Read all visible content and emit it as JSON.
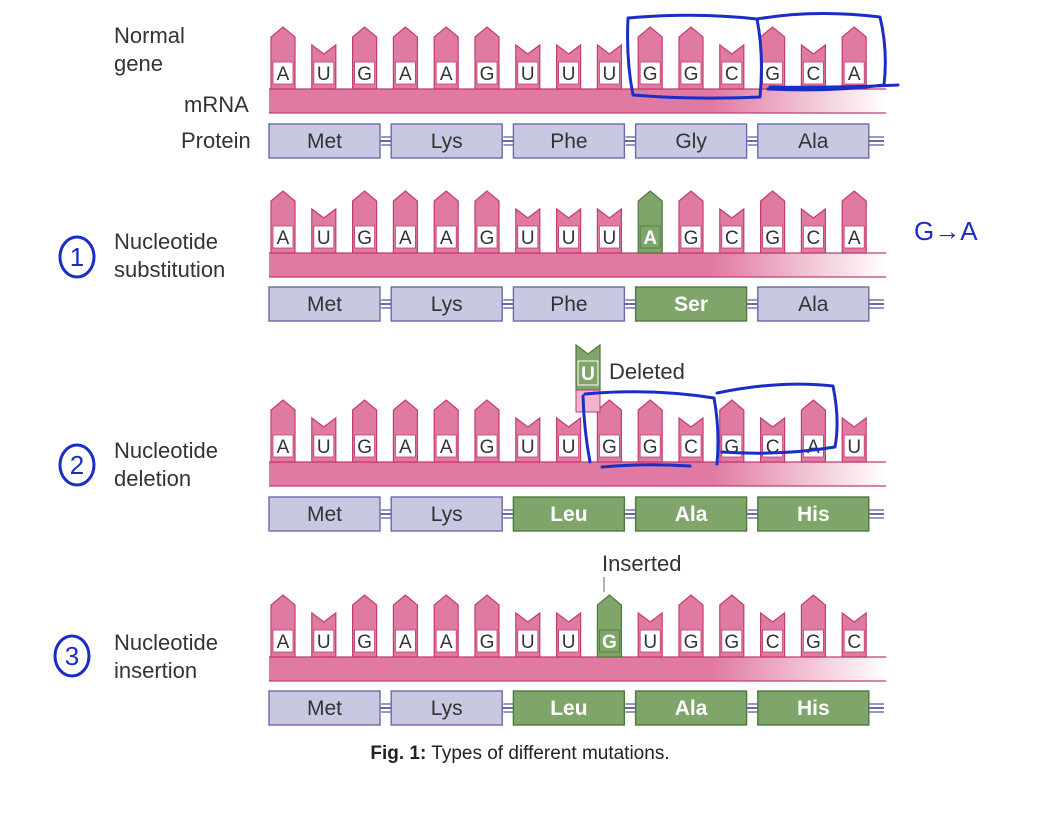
{
  "labels": {
    "normal_gene": [
      "Normal",
      "gene"
    ],
    "mrna": "mRNA",
    "protein": "Protein",
    "substitution": [
      "Nucleotide",
      "substitution"
    ],
    "deletion": [
      "Nucleotide",
      "deletion"
    ],
    "insertion": [
      "Nucleotide",
      "insertion"
    ],
    "deleted": "Deleted",
    "inserted": "Inserted"
  },
  "rows": [
    {
      "id": "normal",
      "bases": [
        "A",
        "U",
        "G",
        "A",
        "A",
        "G",
        "U",
        "U",
        "U",
        "G",
        "G",
        "C",
        "G",
        "C",
        "A"
      ],
      "highlight": [],
      "codons": [
        {
          "aa": "Met",
          "mutant": false
        },
        {
          "aa": "Lys",
          "mutant": false
        },
        {
          "aa": "Phe",
          "mutant": false
        },
        {
          "aa": "Gly",
          "mutant": false
        },
        {
          "aa": "Ala",
          "mutant": false
        }
      ]
    },
    {
      "id": "substitution",
      "bases": [
        "A",
        "U",
        "G",
        "A",
        "A",
        "G",
        "U",
        "U",
        "U",
        "A",
        "G",
        "C",
        "G",
        "C",
        "A"
      ],
      "highlight": [
        9
      ],
      "codons": [
        {
          "aa": "Met",
          "mutant": false
        },
        {
          "aa": "Lys",
          "mutant": false
        },
        {
          "aa": "Phe",
          "mutant": false
        },
        {
          "aa": "Ser",
          "mutant": true
        },
        {
          "aa": "Ala",
          "mutant": false
        }
      ]
    },
    {
      "id": "deletion",
      "bases": [
        "A",
        "U",
        "G",
        "A",
        "A",
        "G",
        "U",
        "U",
        "G",
        "G",
        "C",
        "G",
        "C",
        "A",
        "U"
      ],
      "highlight": [],
      "deleted_base": "U",
      "codons": [
        {
          "aa": "Met",
          "mutant": false
        },
        {
          "aa": "Lys",
          "mutant": false
        },
        {
          "aa": "Leu",
          "mutant": true
        },
        {
          "aa": "Ala",
          "mutant": true
        },
        {
          "aa": "His",
          "mutant": true
        }
      ]
    },
    {
      "id": "insertion",
      "bases": [
        "A",
        "U",
        "G",
        "A",
        "A",
        "G",
        "U",
        "U",
        "G",
        "U",
        "G",
        "G",
        "C",
        "G",
        "C"
      ],
      "highlight": [
        8
      ],
      "codons": [
        {
          "aa": "Met",
          "mutant": false
        },
        {
          "aa": "Lys",
          "mutant": false
        },
        {
          "aa": "Leu",
          "mutant": true
        },
        {
          "aa": "Ala",
          "mutant": true
        },
        {
          "aa": "His",
          "mutant": true
        }
      ]
    }
  ],
  "annotations": {
    "circled_numbers": [
      "1",
      "2",
      "3"
    ],
    "substitution_note": "G→A"
  },
  "caption": {
    "bold": "Fig. 1:",
    "text": " Types of different mutations."
  },
  "colors": {
    "rna_pink": "#e07aa2",
    "rna_pink_light": "#f2b6cc",
    "rna_border": "#c23c72",
    "mutant_green": "#7fa56a",
    "mutant_border": "#4f7a3e",
    "protein_fill": "#c9c8e3",
    "protein_border": "#6b69a8",
    "ink_blue": "#1a2ec6"
  }
}
